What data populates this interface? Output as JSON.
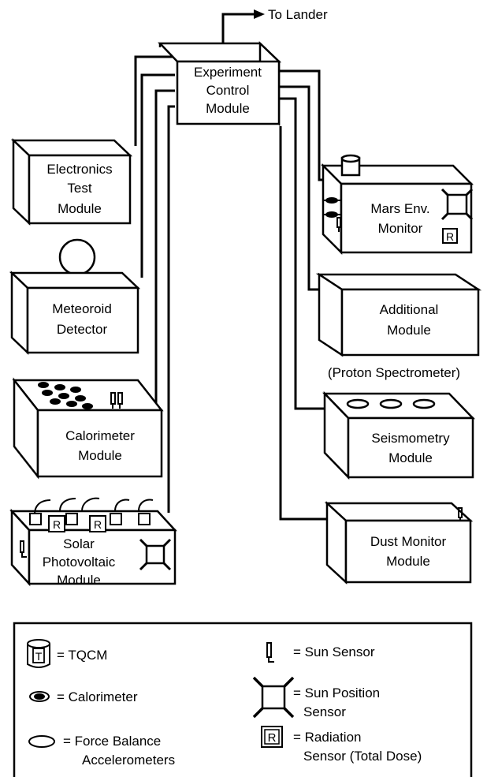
{
  "top_label": "To Lander",
  "modules": {
    "ecm": [
      "Experiment",
      "Control",
      "Module"
    ],
    "electronics": [
      "Electronics",
      "Test",
      "Module"
    ],
    "meteoroid": [
      "Meteoroid",
      "Detector"
    ],
    "calorimeter": [
      "Calorimeter",
      "Module"
    ],
    "solar": [
      "Solar",
      "Photovoltaic",
      "Module"
    ],
    "mars_env": [
      "Mars Env.",
      "Monitor"
    ],
    "additional": [
      "Additional",
      "Module"
    ],
    "additional_note": "(Proton Spectrometer)",
    "seismometry": [
      "Seismometry",
      "Module"
    ],
    "dust": [
      "Dust Monitor",
      "Module"
    ]
  },
  "legend": {
    "tqcm": "= TQCM",
    "tqcm_symbol": "T",
    "calorimeter": "= Calorimeter",
    "force_balance": [
      "= Force Balance",
      "Accelerometers"
    ],
    "sun_sensor": "= Sun Sensor",
    "sun_position": [
      "= Sun Position",
      "Sensor"
    ],
    "radiation": [
      "= Radiation",
      "Sensor (Total Dose)"
    ],
    "radiation_symbol": "R"
  }
}
